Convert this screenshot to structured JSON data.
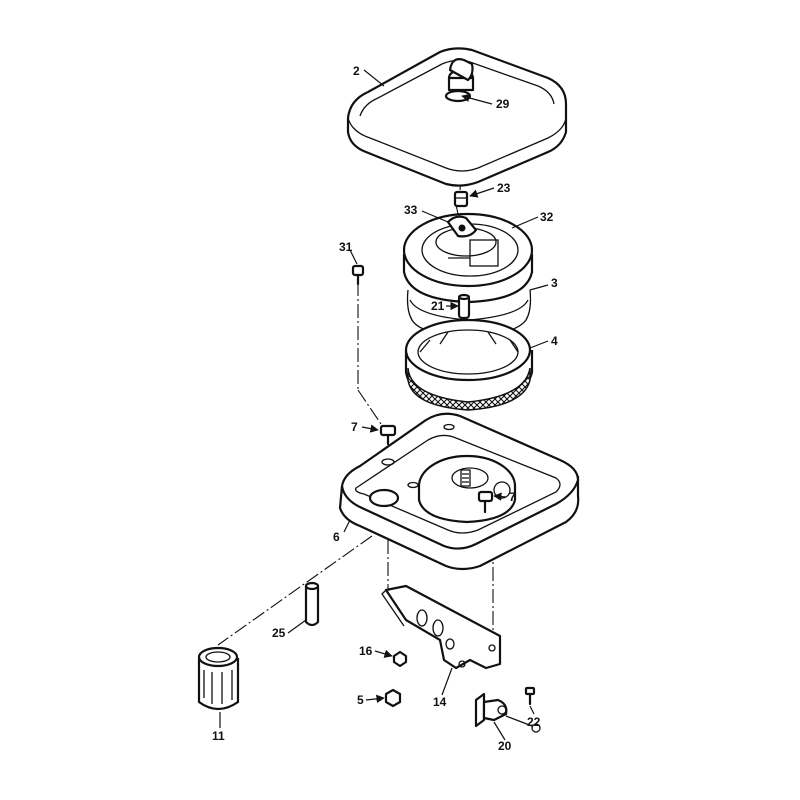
{
  "callouts": {
    "c2": "2",
    "c29": "29",
    "c23": "23",
    "c33": "33",
    "c32": "32",
    "c31": "31",
    "c3": "3",
    "c21": "21",
    "c4": "4",
    "c7a": "7",
    "c7b": "7",
    "c6": "6",
    "c25": "25",
    "c16": "16",
    "c14": "14",
    "c5": "5",
    "c11": "11",
    "c22": "22",
    "c20": "20"
  },
  "colors": {
    "ink": "#111111",
    "paper": "#ffffff"
  }
}
